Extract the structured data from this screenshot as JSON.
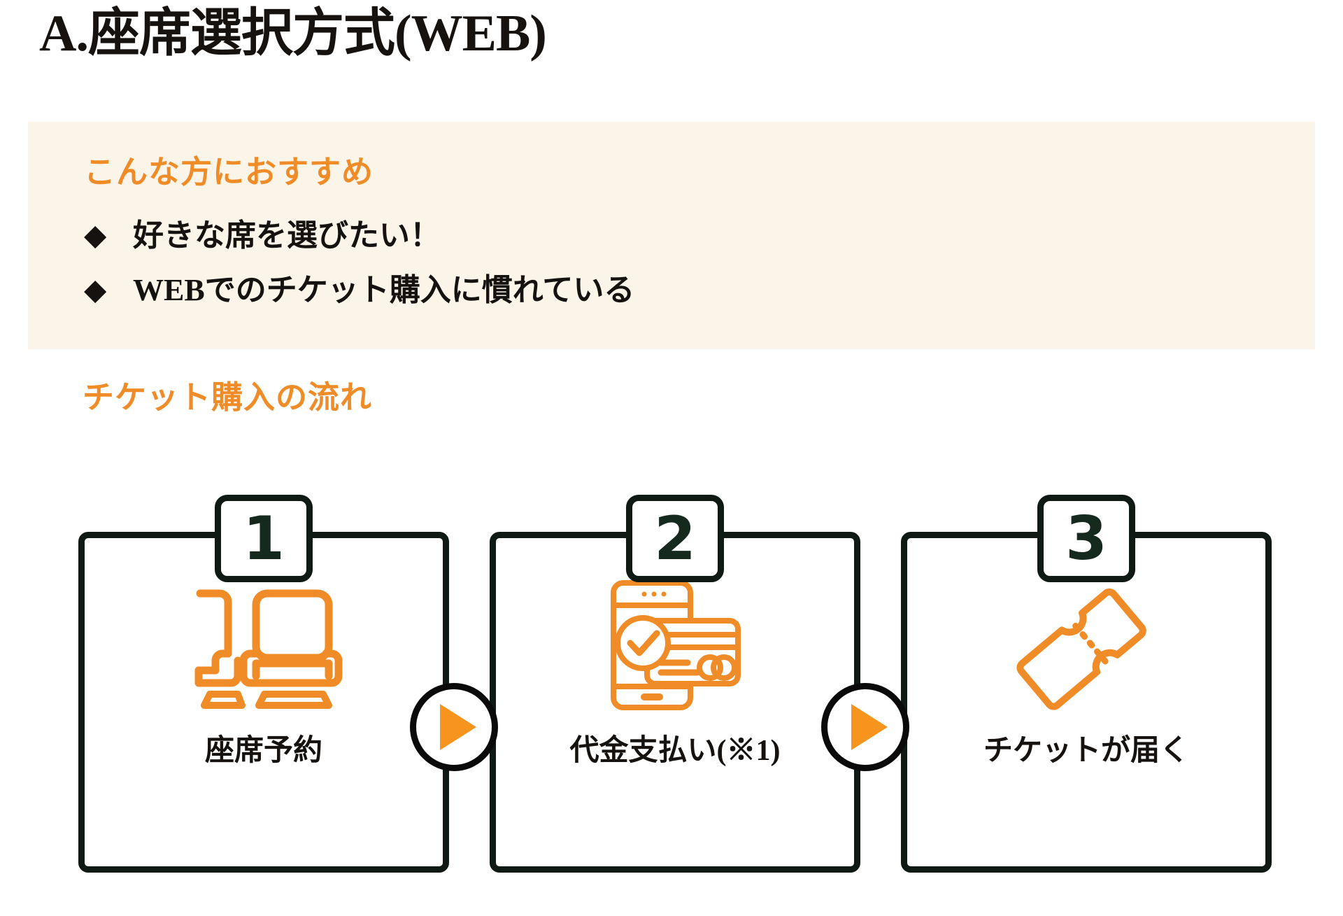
{
  "title": "A.座席選択方式(WEB)",
  "colors": {
    "orange": "#ef8c28",
    "icon_orange": "#ef8c28",
    "arrow_orange": "#f7941e",
    "dark": "#0f1a14",
    "text_dark": "#15120f",
    "box_background": "#faf4e9",
    "page_background": "#ffffff"
  },
  "recommend": {
    "heading": "こんな方におすすめ",
    "items": [
      {
        "bullet": "◆",
        "text": "好きな席を選びたい！"
      },
      {
        "bullet": "◆",
        "text": "WEBでのチケット購入に慣れている"
      }
    ]
  },
  "flow": {
    "heading": "チケット購入の流れ",
    "steps": [
      {
        "number": "1",
        "label": "座席予約",
        "icon": "seats-icon"
      },
      {
        "number": "2",
        "label": "代金支払い(※1)",
        "icon": "phone-card-check-icon"
      },
      {
        "number": "3",
        "label": "チケットが届く",
        "icon": "ticket-icon"
      }
    ],
    "connectors": [
      {
        "icon": "play-arrow-icon"
      },
      {
        "icon": "play-arrow-icon"
      }
    ]
  }
}
